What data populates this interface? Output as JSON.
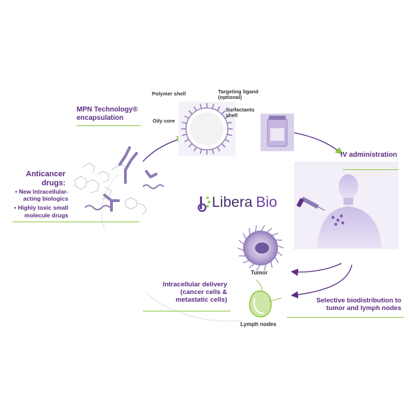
{
  "title": "",
  "brand": {
    "name": "Libera",
    "name_suffix": "Bio",
    "accent": "#8dc63f",
    "primary": "#5b2c83"
  },
  "steps": {
    "mpn": "MPN Technology® encapsulation",
    "iv": "IV administration",
    "selective": "Selective biodistribution to tumor and lymph nodes",
    "intracellular": "Intracellular delivery (cancer cells & metastatic cells)"
  },
  "anticancer": {
    "heading": "Anticancer drugs:",
    "items": [
      "New Intracellular-acting biologics",
      "Highly toxic small molecule drugs"
    ]
  },
  "nanoparticle_labels": {
    "polymer_shell": "Polymer shell",
    "targeting_ligand": "Targeting ligand (optional)",
    "oily_core": "Oily core",
    "surfactants_shell": "Surfactants shell"
  },
  "targets": {
    "tumor": "Tumor",
    "lymph_nodes": "Lymph nodes"
  },
  "icons": [
    "antibody-icon",
    "molecule-icon",
    "nanoparticle-icon",
    "vial-icon",
    "syringe-icon",
    "human-figure-icon",
    "tumor-cell-icon",
    "lymph-node-icon",
    "brand-logo-icon"
  ]
}
